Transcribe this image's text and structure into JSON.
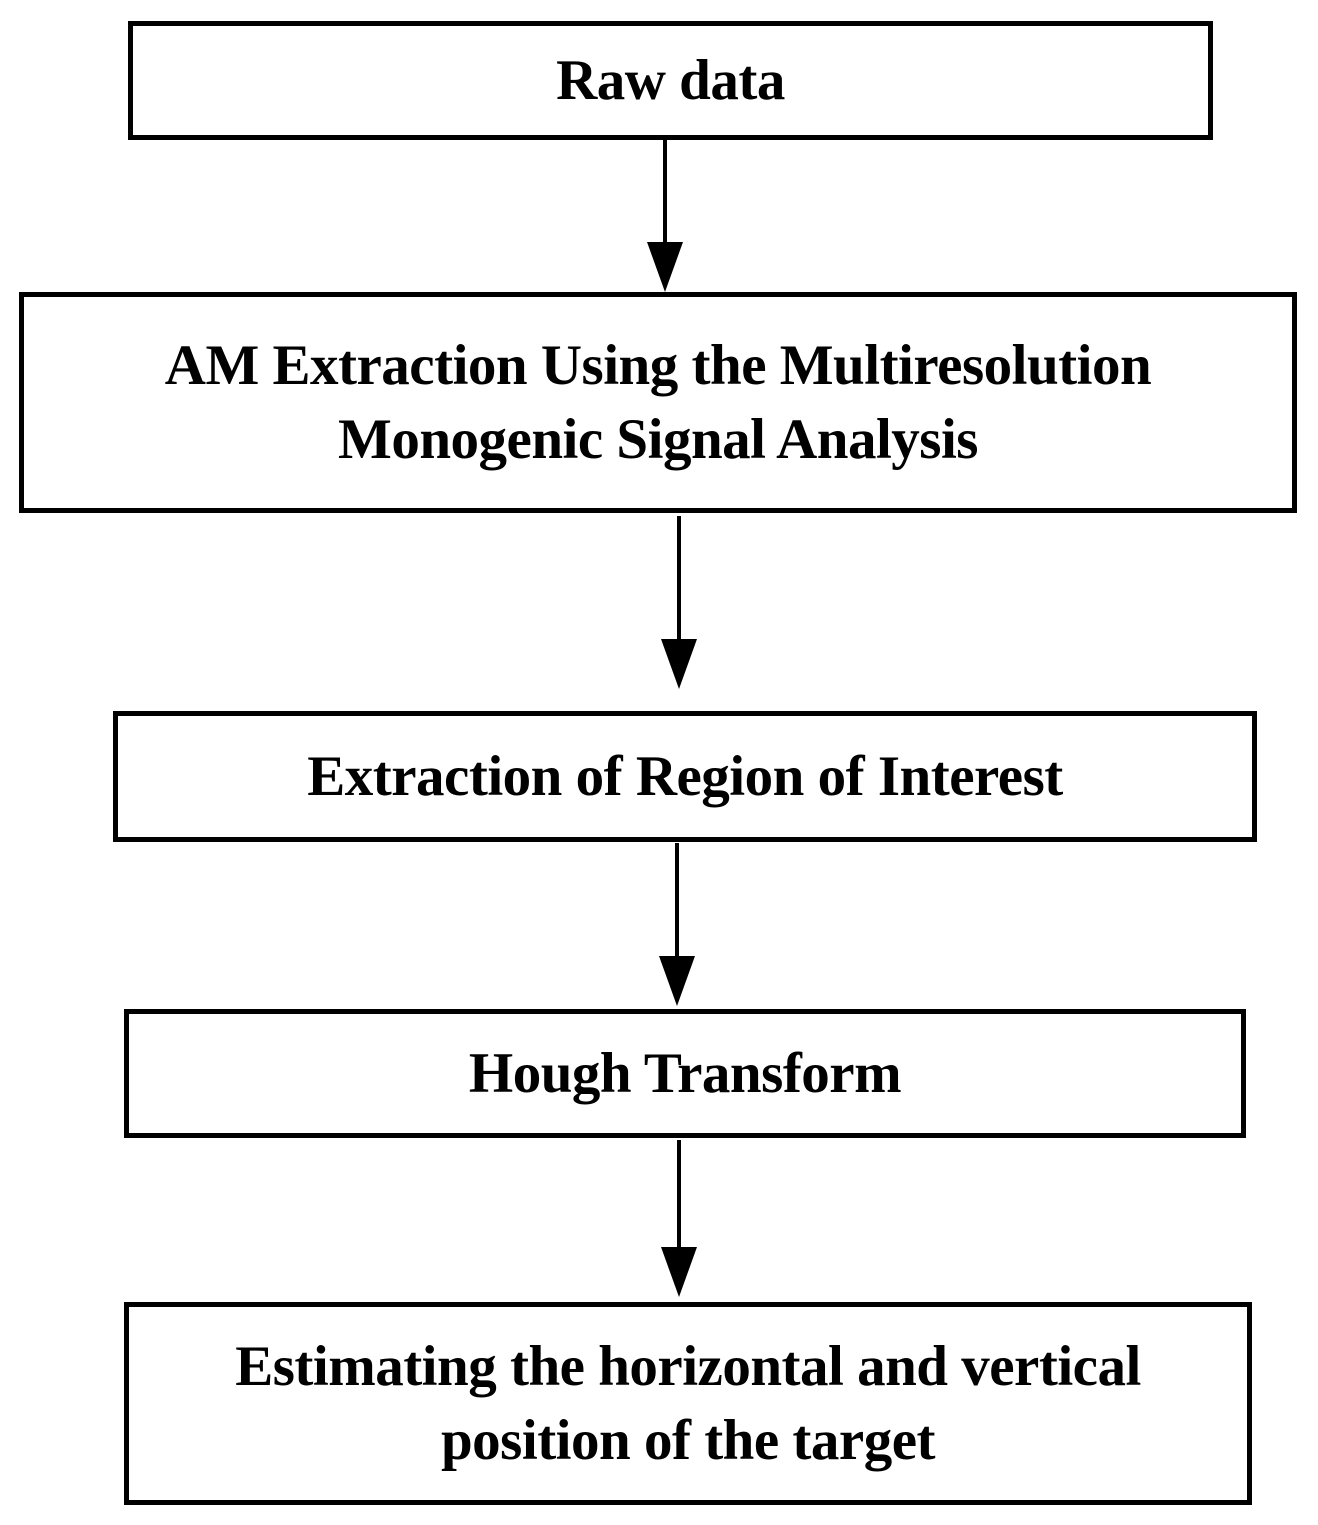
{
  "diagram": {
    "type": "flowchart",
    "colors": {
      "background": "#ffffff",
      "line": "#000000",
      "text": "#000000"
    },
    "boxes": [
      {
        "id": "raw-data",
        "lines": [
          "Raw data"
        ]
      },
      {
        "id": "am-extraction",
        "lines": [
          "AM Extraction Using the Multiresolution",
          "Monogenic Signal Analysis"
        ]
      },
      {
        "id": "roi-extraction",
        "lines": [
          "Extraction of Region of Interest"
        ]
      },
      {
        "id": "hough-transform",
        "lines": [
          "Hough Transform"
        ]
      },
      {
        "id": "position-estimation",
        "lines": [
          "Estimating the horizontal and vertical",
          "position of the target"
        ]
      }
    ],
    "arrows": [
      {
        "from": "raw-data",
        "to": "am-extraction",
        "direction": "down"
      },
      {
        "from": "am-extraction",
        "to": "roi-extraction",
        "direction": "down"
      },
      {
        "from": "roi-extraction",
        "to": "hough-transform",
        "direction": "down"
      },
      {
        "from": "hough-transform",
        "to": "position-estimation",
        "direction": "down"
      }
    ]
  }
}
